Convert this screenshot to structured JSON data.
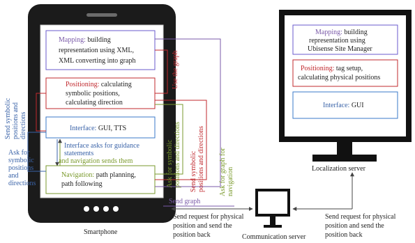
{
  "colors": {
    "mapping": "#6a5acd",
    "positioning": "#c0282d",
    "interface": "#3a78c8",
    "navigation": "#7a9a2c",
    "device": "#111111",
    "arrow": "#444444"
  },
  "smartphone": {
    "label": "Smartphone",
    "mapping": {
      "keyword": "Mapping:",
      "line1_rest": " building",
      "line2": "representation using XML,",
      "line3": "XML converting into graph"
    },
    "positioning": {
      "keyword": "Positioning:",
      "line1_rest": " calculating",
      "line2": "symbolic positions,",
      "line3": "calculating direction"
    },
    "interface": {
      "keyword": "Interface:",
      "rest": " GUI, TTS"
    },
    "guidance": {
      "line1": "Interface asks for guidance",
      "line2": "statements",
      "line3": "and navigation sends them"
    },
    "navigation": {
      "keyword": "Navigation:",
      "line1_rest": " path planning,",
      "line2": "path following"
    }
  },
  "vertical_labels": {
    "use_graph": "Use the graph",
    "send_symbolic_left": [
      "Send symbolic",
      "positions and",
      "directions"
    ],
    "ask_symbolic_mid": [
      "Ask for symbolic",
      "positions and directions"
    ],
    "send_symbolic_mid": [
      "Send symbolic",
      "positions and directions"
    ],
    "ask_graph": [
      "Ask for graph for",
      "navigation"
    ]
  },
  "left_side": {
    "ask_symbolic": [
      "Ask for",
      "symbolic",
      "positions",
      "and",
      "directions"
    ]
  },
  "localization_server": {
    "label": "Localization server",
    "mapping": {
      "keyword": "Mapping:",
      "line1_rest": " building",
      "line2": "representation using",
      "line3": "Ubisense Site Manager"
    },
    "positioning": {
      "keyword": "Positioning:",
      "line1_rest": " tag setup,",
      "line2": "calculating physical positions"
    },
    "interface": {
      "keyword": "Interface:",
      "rest": " GUI"
    }
  },
  "communication_server": {
    "label": "Communication server"
  },
  "arrows": {
    "send_graph": "Send graph",
    "left_request": [
      "Send request for physical",
      "position and send the",
      "position back"
    ],
    "right_request": [
      "Send request for physical",
      "position and send the",
      "position back"
    ]
  }
}
